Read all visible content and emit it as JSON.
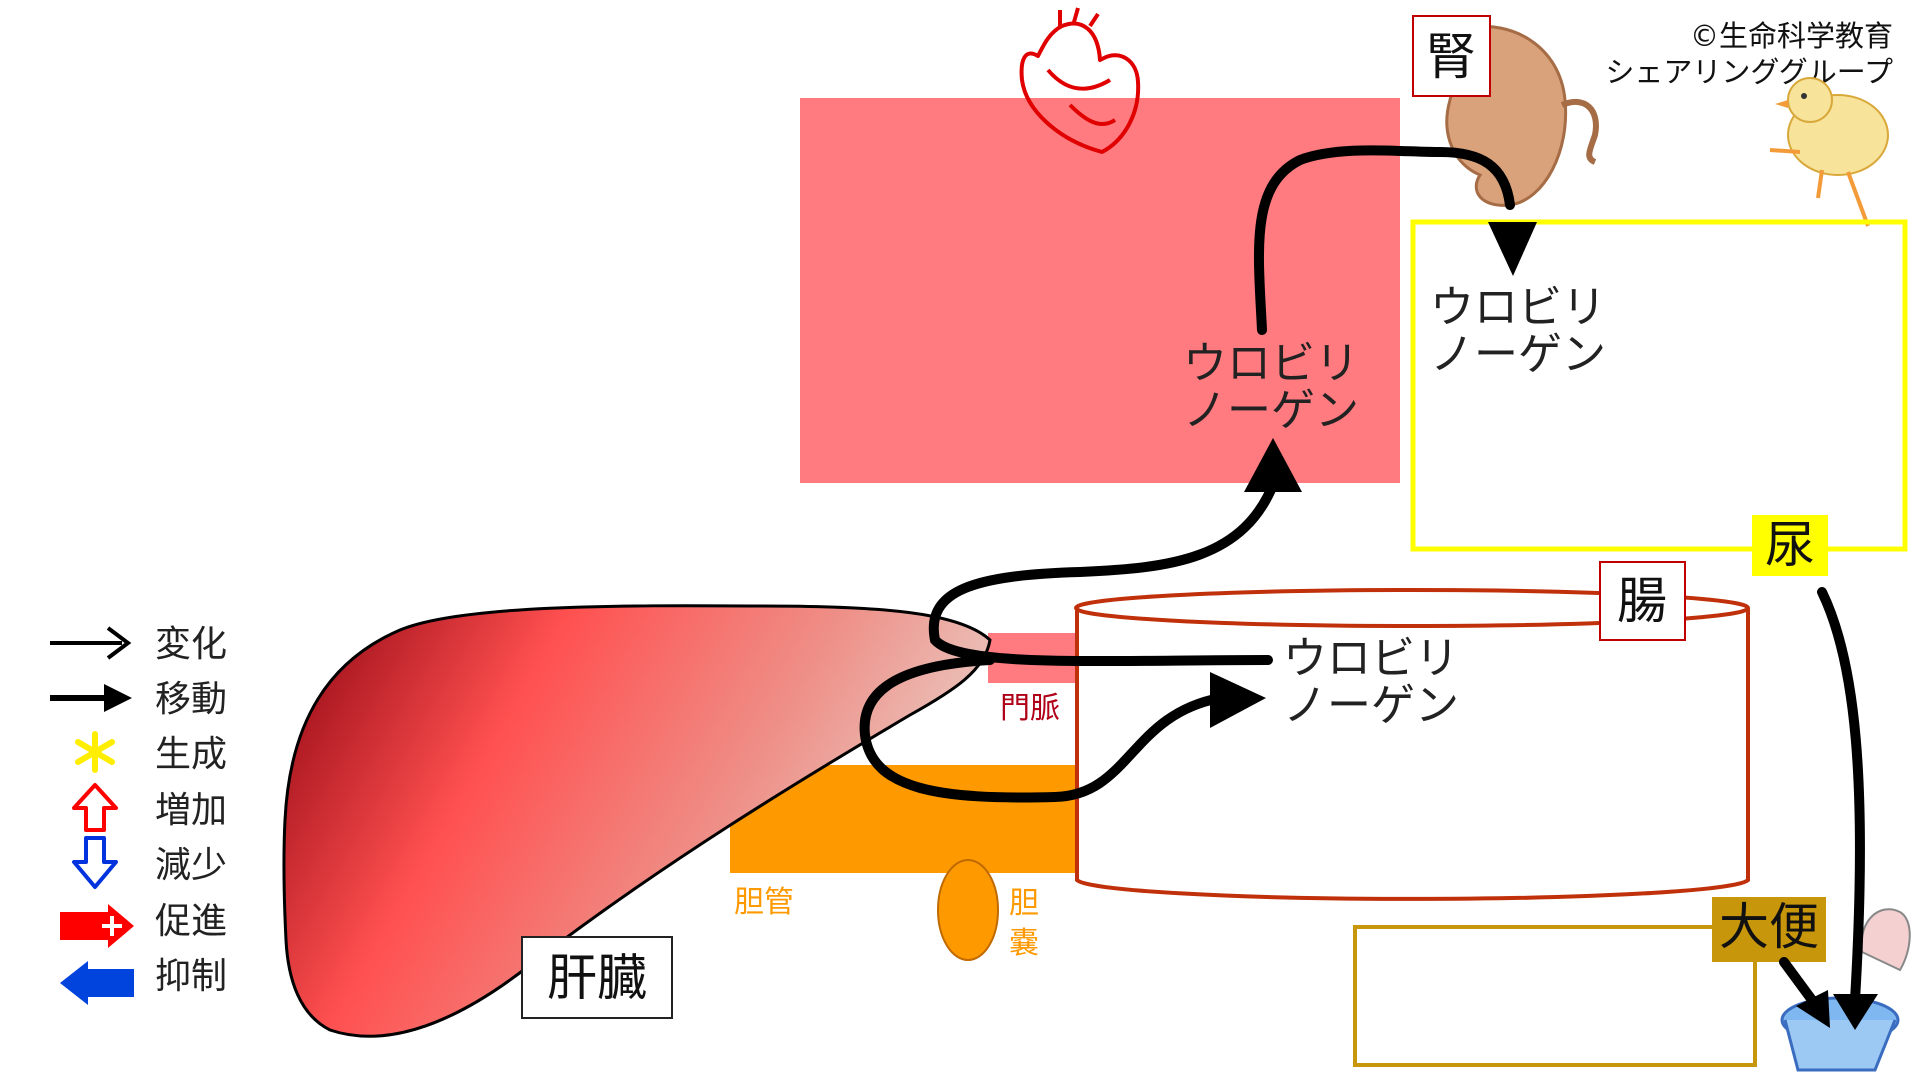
{
  "copyright": {
    "line1": "©生命科学教育",
    "line2": "シェアリンググループ"
  },
  "labels": {
    "kidney": "腎",
    "urine": "尿",
    "intestine": "腸",
    "stool": "大便",
    "liver": "肝臓",
    "portal_vein": "門脈",
    "bile_duct": "胆管",
    "gallbladder_1": "胆",
    "gallbladder_2": "嚢"
  },
  "substances": {
    "blood_line1": "ウロビリ",
    "blood_line2": "ノーゲン",
    "urine_line1": "ウロビリ",
    "urine_line2": "ノーゲン",
    "intestine_line1": "ウロビリ",
    "intestine_line2": "ノーゲン"
  },
  "legend": [
    {
      "icon": "thin-arrow-icon",
      "label": "変化"
    },
    {
      "icon": "bold-arrow-icon",
      "label": "移動"
    },
    {
      "icon": "asterisk-icon",
      "label": "生成"
    },
    {
      "icon": "up-outline-arrow-icon",
      "label": "増加"
    },
    {
      "icon": "down-outline-arrow-icon",
      "label": "減少"
    },
    {
      "icon": "promote-arrow-icon",
      "label": "促進"
    },
    {
      "icon": "inhibit-arrow-icon",
      "label": "抑制"
    }
  ],
  "colors": {
    "blood": "#FF7B80",
    "urine_box": "#FFFF00",
    "intestine": "#C0300A",
    "stool_box": "#C8960A",
    "bile": "#FF9900",
    "portal_vein": "#B00018",
    "liver_dark": "#A0101A",
    "liver_mid": "#FF5050",
    "liver_light": "#E8D8D0",
    "kidney": "#D9A27A",
    "promote": "#FF0000",
    "inhibit": "#0044DD",
    "asterisk": "#FFEE00"
  }
}
